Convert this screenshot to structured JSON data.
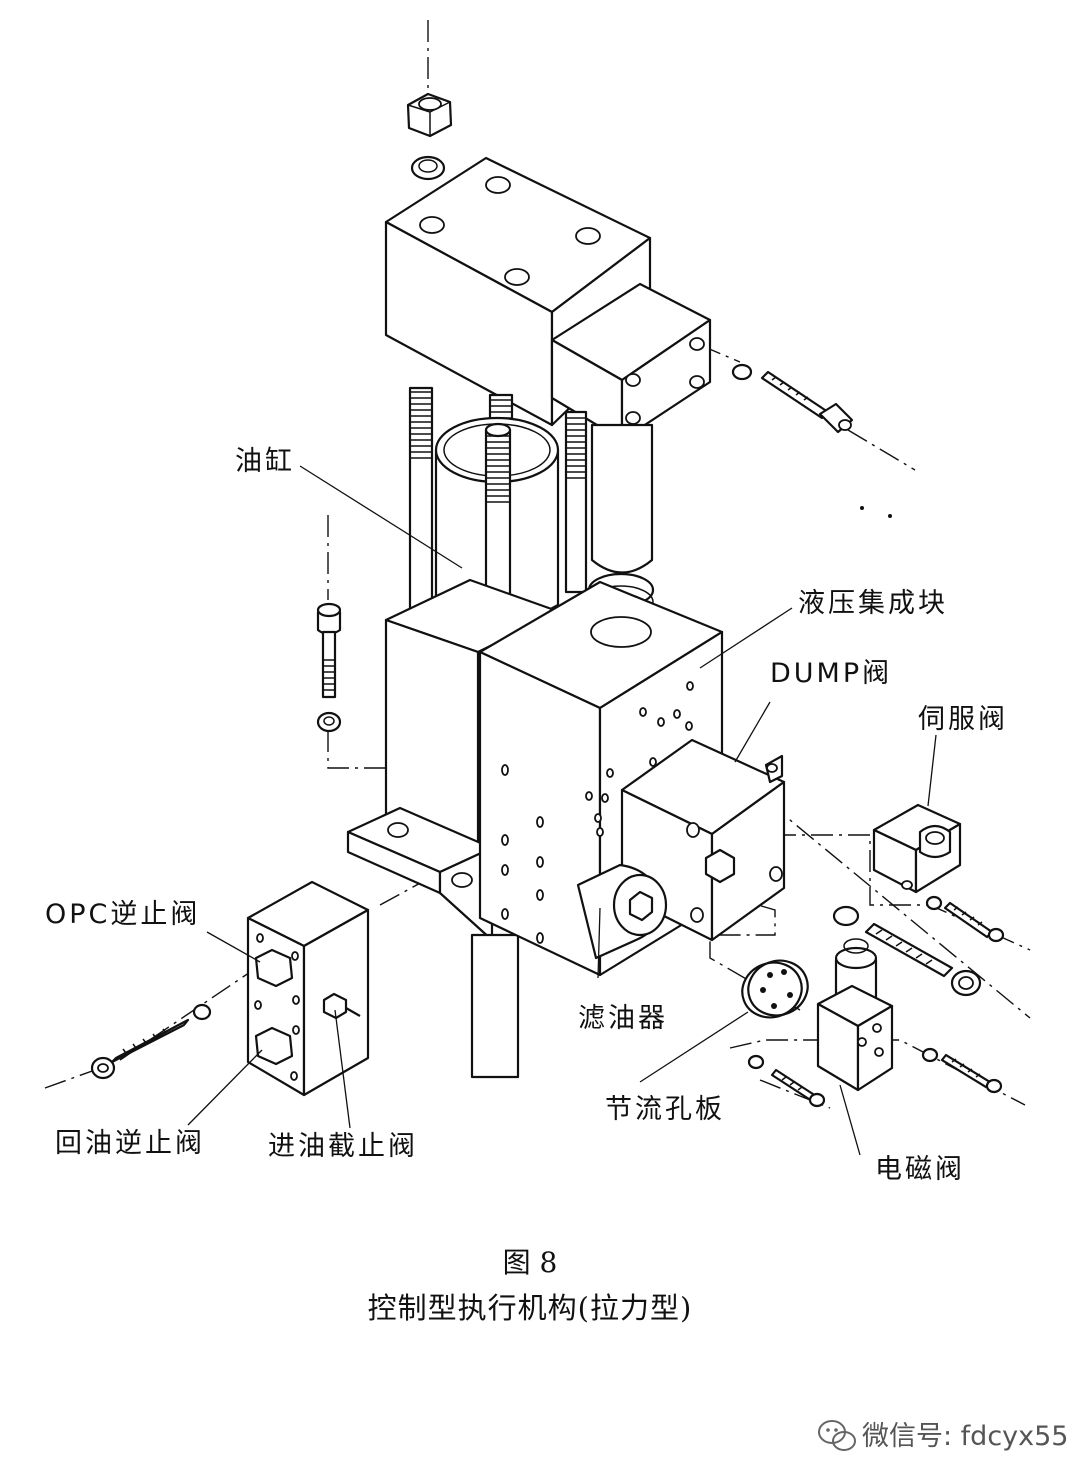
{
  "labels": {
    "cylinder": "油缸",
    "manifold": "液压集成块",
    "dump_valve": "DUMP阀",
    "servo_valve": "伺服阀",
    "opc_check_valve": "OPC逆止阀",
    "oil_filter": "滤油器",
    "orifice_plate": "节流孔板",
    "return_check_valve": "回油逆止阀",
    "inlet_shutoff_valve": "进油截止阀",
    "solenoid_valve": "电磁阀"
  },
  "caption": {
    "figure_number": "图 8",
    "title": "控制型执行机构(拉力型)"
  },
  "watermark": {
    "text": "微信号: fdcyx55",
    "icon": "wechat-icon"
  }
}
